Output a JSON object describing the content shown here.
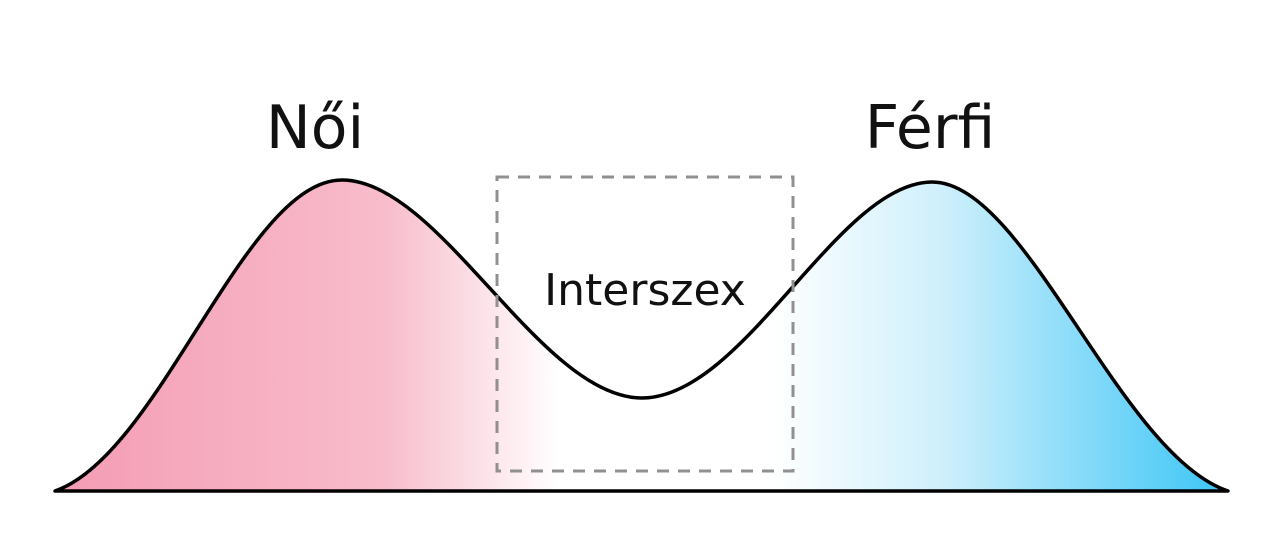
{
  "diagram": {
    "type": "bimodal-distribution",
    "labels": {
      "left_peak": "Női",
      "right_peak": "Férfi",
      "middle": "Interszex"
    },
    "colors": {
      "pink": "#f49cb3",
      "pink_mid": "#f8bccb",
      "white": "#ffffff",
      "blue_pale": "#cdeffb",
      "blue": "#3bc5f6",
      "outline": "#000000",
      "box_gray": "#909090",
      "background": "#ffffff"
    }
  }
}
